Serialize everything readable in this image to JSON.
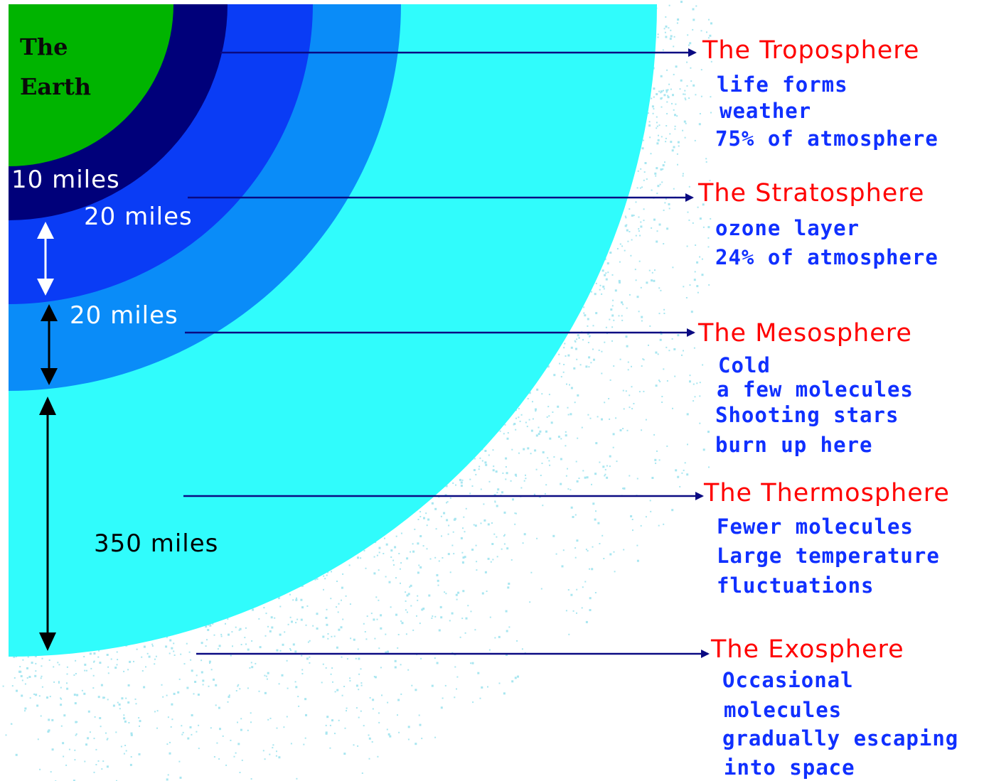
{
  "colors": {
    "earth": "#00b400",
    "troposphere": "#00007a",
    "stratosphere": "#0a3cf5",
    "mesosphere": "#0a8cf8",
    "thermosphere": "#30fcfc",
    "exosphere_speckle": "#a8e6f0",
    "pointer": "#0a0a82",
    "layer_name": "#ff0000",
    "description": "#1030ff",
    "distance_light": "#ffffff",
    "distance_dark": "#000000"
  },
  "earth_label": {
    "line1": "The",
    "line2": "Earth"
  },
  "distances": {
    "troposphere": "10 miles",
    "stratosphere": "20 miles",
    "mesosphere": "20 miles",
    "thermosphere": "350 miles"
  },
  "layers": [
    {
      "name": "The Troposphere",
      "lines": [
        "life forms",
        "weather",
        "75% of atmosphere"
      ]
    },
    {
      "name": "The Stratosphere",
      "lines": [
        "ozone layer",
        "24% of atmosphere"
      ]
    },
    {
      "name": "The Mesosphere",
      "lines": [
        "Cold",
        "a few molecules",
        "Shooting stars",
        "burn up here"
      ]
    },
    {
      "name": "The Thermosphere",
      "lines": [
        "Fewer molecules",
        "Large temperature",
        "fluctuations"
      ]
    },
    {
      "name": "The Exosphere",
      "lines": [
        "Occasional",
        "molecules",
        "gradually escaping",
        "into space"
      ]
    }
  ]
}
